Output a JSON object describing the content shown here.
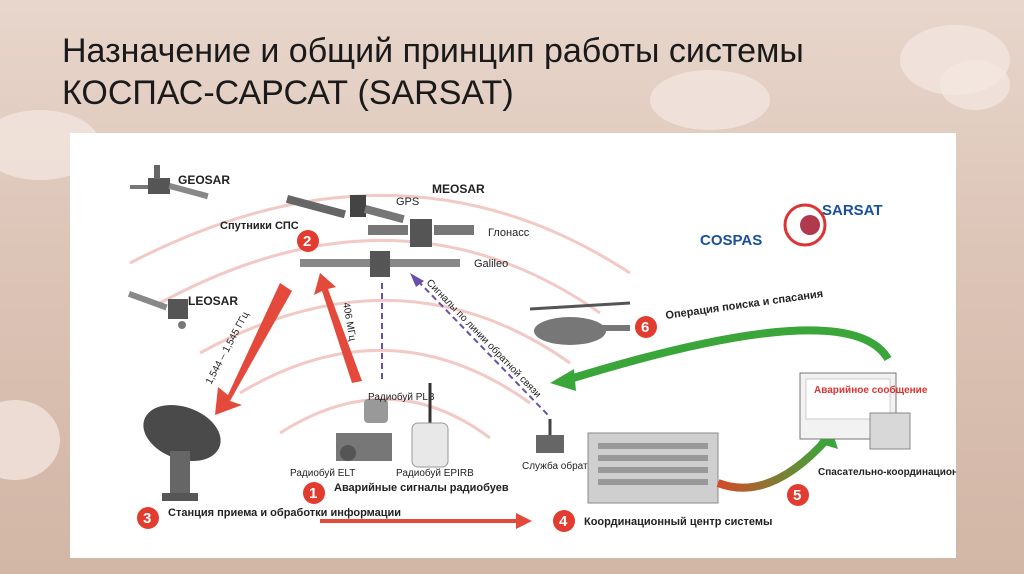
{
  "title": {
    "line1": "Назначение и общий принцип работы системы",
    "line2": "КОСПАС-САРСАТ (SARSAT)"
  },
  "logo": {
    "cospas": "COSPAS",
    "sarsat": "SARSAT"
  },
  "satellites": {
    "geosar": "GEOSAR",
    "meosar": "MEOSAR",
    "leosar": "LEOSAR",
    "gps": "GPS",
    "glonass": "Глонасс",
    "galileo": "Galileo",
    "sps": "Спутники СПС"
  },
  "links": {
    "downlink_freq": "1,544 – 1,545 ГГц",
    "uplink_freq": "406 МГц",
    "return_link": "Сигналы по линии обратной связи"
  },
  "beacons": {
    "plb": "Радиобуй PLB",
    "elt": "Радиобуй ELT",
    "epirb": "Радиобуй EPIRB"
  },
  "return_service": "Служба обратной связи",
  "alert_screen": "Аварийное сообщение",
  "steps": [
    {
      "num": "1",
      "text": "Аварийные сигналы радиобуев"
    },
    {
      "num": "2",
      "text": "Спутники СПС"
    },
    {
      "num": "3",
      "text": "Станция приема и обработки информации"
    },
    {
      "num": "4",
      "text": "Координационный центр системы"
    },
    {
      "num": "5",
      "text": "Спасательно-координационный центр"
    },
    {
      "num": "6",
      "text": "Операция поиска и спасания"
    }
  ]
}
